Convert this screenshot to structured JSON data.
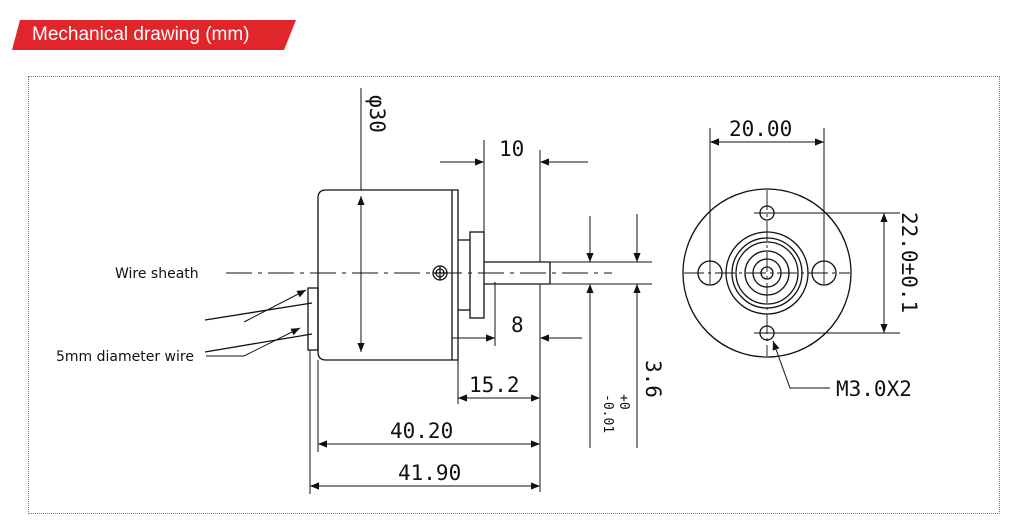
{
  "header": {
    "title": "Mechanical drawing (mm)",
    "accent_color": "#e0262b"
  },
  "side_view": {
    "labels": {
      "wire_sheath": "Wire sheath",
      "wire_diameter": "5mm diameter wire"
    },
    "dimensions": {
      "body_diameter": "φ30",
      "flange_thickness": "10",
      "shaft_to_face": "8",
      "shaft_length": "15.2",
      "body_length": "40.20",
      "overall_length": "41.90",
      "shaft_diameter": "3.6",
      "tolerance_upper": "+0",
      "tolerance_lower": "-0.01"
    }
  },
  "front_view": {
    "dimensions": {
      "hole_spacing_horizontal": "20.00",
      "hole_spacing_vertical": "22.0±0.1",
      "screw_callout": "M3.0X2"
    }
  }
}
